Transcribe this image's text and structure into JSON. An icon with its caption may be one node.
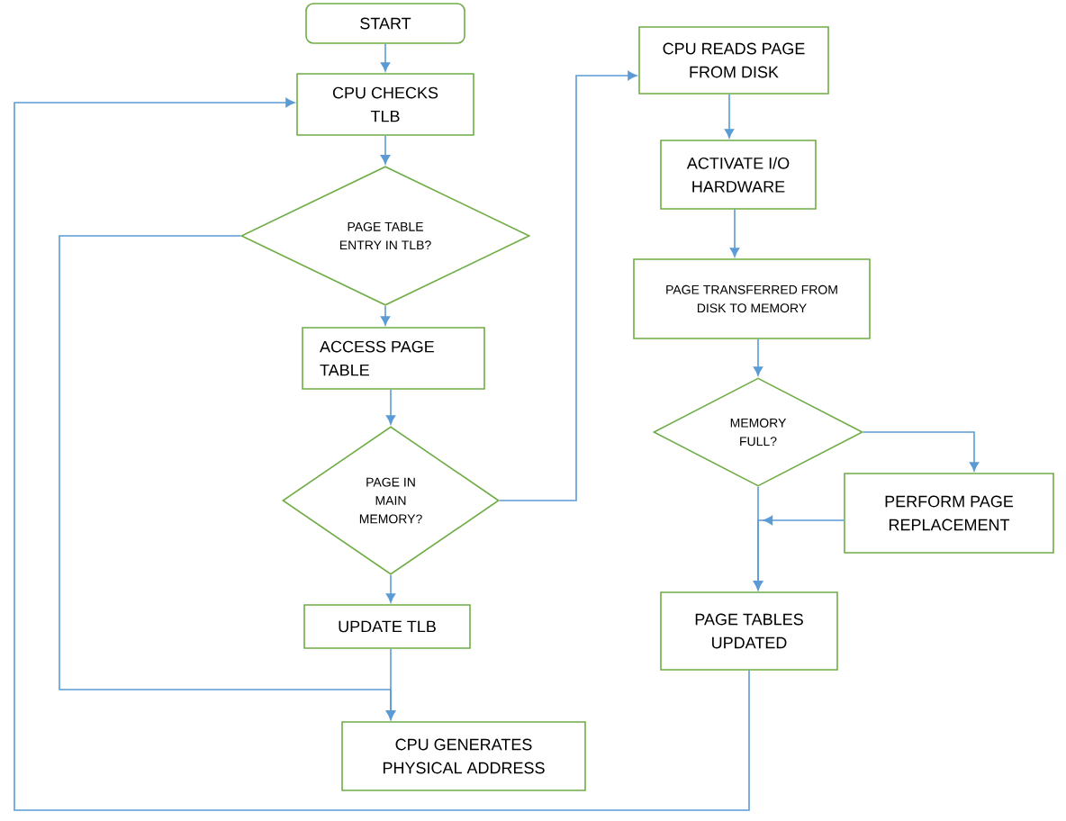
{
  "diagram": {
    "nodes": [
      {
        "text": [
          "START"
        ]
      },
      {
        "text": [
          "CPU CHECKS TLB"
        ]
      },
      {
        "text": [
          "PAGE TABLE ENTRY IN TLB?"
        ]
      },
      {
        "text": [
          "ACCESS PAGE TABLE"
        ]
      },
      {
        "text": [
          "PAGE IN MAIN MEMORY?"
        ]
      },
      {
        "text": [
          "UPDATE TLB"
        ]
      },
      {
        "text": [
          "CPU GENERATES PHYSICAL ADDRESS"
        ]
      },
      {
        "text": [
          "CPU READS PAGE FROM DISK"
        ]
      },
      {
        "text": [
          "ACTIVATE I/O HARDWARE"
        ]
      },
      {
        "text": [
          "PAGE TRANSFERRED FROM DISK TO MEMORY"
        ]
      },
      {
        "text": [
          "MEMORY FULL?"
        ]
      },
      {
        "text": [
          "PERFORM PAGE REPLACEMENT"
        ]
      },
      {
        "text": [
          "PAGE TABLES UPDATED"
        ]
      }
    ],
    "edges": [
      {
        "from": 0,
        "to": 1,
        "arrow": "to"
      },
      {
        "from": 1,
        "to": 2,
        "arrow": "to"
      },
      {
        "from": 2,
        "to": 3,
        "arrow": "to"
      },
      {
        "from": 2,
        "to": 6,
        "arrow": "to"
      },
      {
        "from": 3,
        "to": 4,
        "arrow": "to"
      },
      {
        "from": 4,
        "to": 5,
        "arrow": "to"
      },
      {
        "from": 4,
        "to": 7,
        "arrow": "to"
      },
      {
        "from": 5,
        "to": 6,
        "arrow": "to"
      },
      {
        "from": 7,
        "to": 8,
        "arrow": "to"
      },
      {
        "from": 8,
        "to": 9,
        "arrow": "to"
      },
      {
        "from": 9,
        "to": 10,
        "arrow": "to"
      },
      {
        "from": 10,
        "to": 11,
        "arrow": "to"
      },
      {
        "from": 10,
        "to": 12,
        "arrow": "to"
      },
      {
        "from": 11,
        "to": 12,
        "arrow": "to"
      },
      {
        "from": 12,
        "to": 1,
        "arrow": "to"
      }
    ]
  }
}
